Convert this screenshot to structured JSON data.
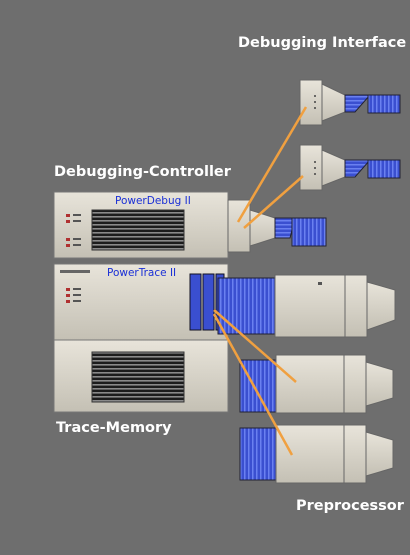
{
  "labels": {
    "debugging_interface": "Debugging Interface",
    "debugging_controller": "Debugging-Controller",
    "trace_memory": "Trace-Memory",
    "preprocessor": "Preprocessor"
  },
  "units": {
    "powerdebug": "PowerDebug II",
    "powertrace": "PowerTrace II"
  },
  "colors": {
    "background": "#6e6e6e",
    "housing": "#d8d4c8",
    "cable": "#3a4fd0",
    "connection_line": "#f0a040",
    "unit_title": "#1a2fd6"
  }
}
